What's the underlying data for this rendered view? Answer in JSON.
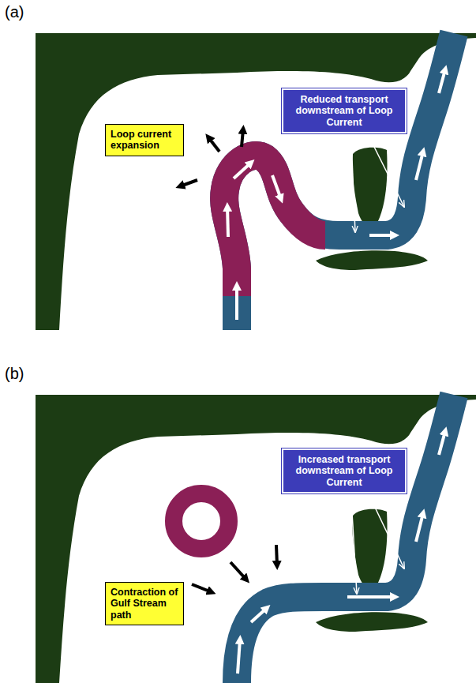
{
  "diagram": {
    "nodes": [
      {
        "text": [
          "Reduced transport downstream of Loop Current"
        ]
      },
      {
        "text": [
          "Loop current expansion"
        ]
      },
      {
        "text": [
          "Increased transport downstream of Loop Current"
        ]
      },
      {
        "text": [
          "Contraction of Gulf Stream path"
        ]
      }
    ],
    "edges": [],
    "labels": [
      "(a)",
      "(b)"
    ]
  }
}
